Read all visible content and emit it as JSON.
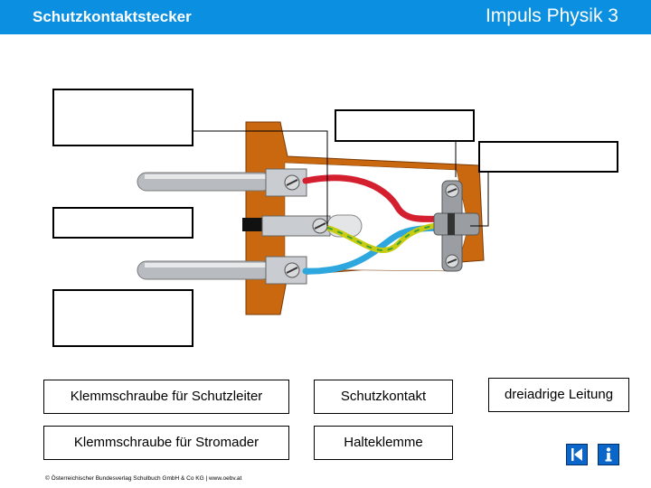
{
  "header": {
    "title": "Schutzkontaktstecker",
    "brand": "Impuls Physik 3",
    "color": "#0b8fe0"
  },
  "labels": [
    "Klemmschraube für Schutzleiter",
    "Schutzkontakt",
    "dreiadrige Leitung",
    "Klemmschraube für Stromader",
    "Halteklemme"
  ],
  "footer": {
    "copyright": "© Österreichischer Bundesverlag Schulbuch GmbH & Co KG | www.oebv.at"
  },
  "nav": {
    "back_icon": "back-arrow-icon",
    "info_icon": "info-icon"
  },
  "colors": {
    "plug_body": "#c9680e",
    "wire_red": "#d41f2f",
    "wire_blue": "#2ea7de",
    "wire_yellow_green": "#c8cc10"
  }
}
